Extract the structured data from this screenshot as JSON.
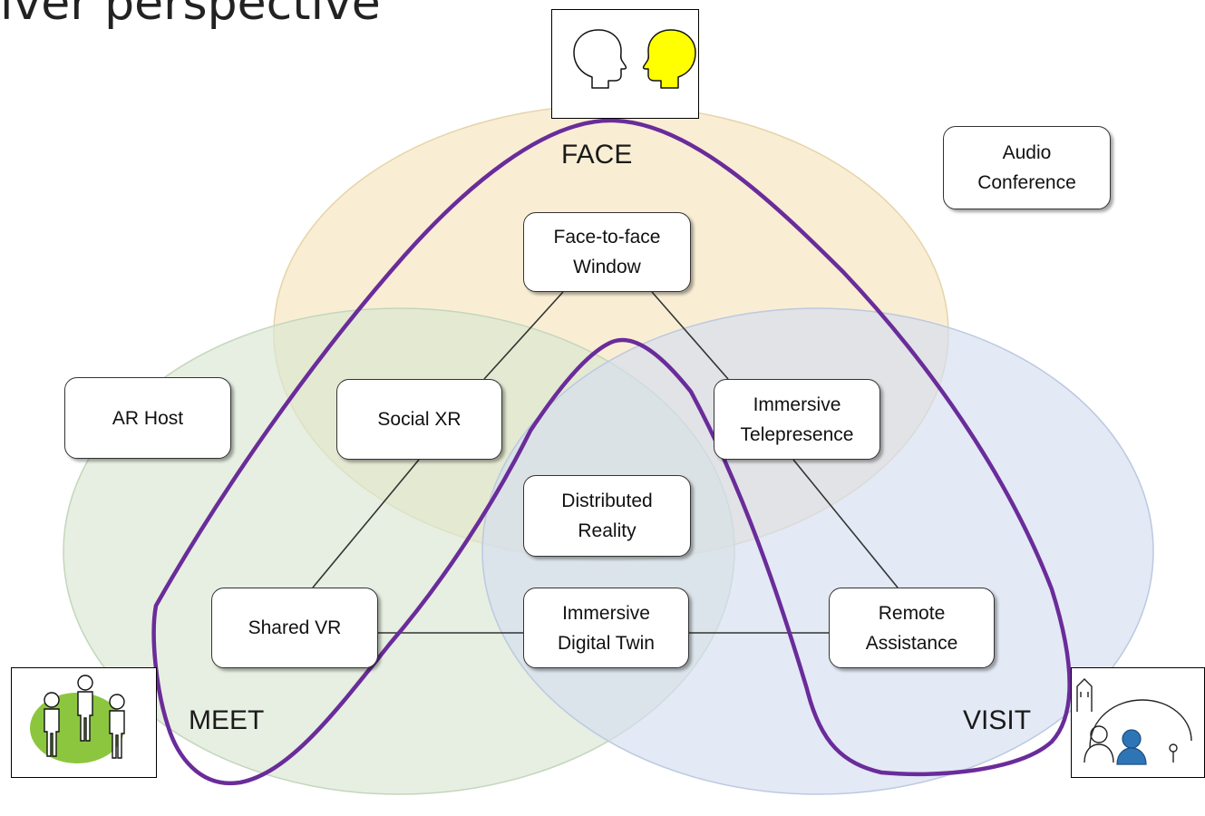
{
  "heading": "iver perspective",
  "regions": {
    "face": {
      "label": "FACE",
      "color": "#f6e7c3"
    },
    "meet": {
      "label": "MEET",
      "color": "#dce8d4"
    },
    "visit": {
      "label": "VISIT",
      "color": "#d6e1f1"
    }
  },
  "nodes": {
    "face_to_face_window": "Face-to-face\nWindow",
    "social_xr": "Social XR",
    "immersive_telepresence": "Immersive\nTelepresence",
    "distributed_reality": "Distributed\nReality",
    "shared_vr": "Shared VR",
    "immersive_digital_twin": "Immersive\nDigital Twin",
    "remote_assistance": "Remote\nAssistance",
    "ar_host": "AR Host",
    "audio_conference": "Audio\nConference"
  },
  "icons": {
    "face": [
      "head-outline-icon",
      "head-yellow-icon"
    ],
    "meet": "people-group-icon",
    "visit": "remote-visit-icon"
  },
  "highlight_color": "#6a2c9a"
}
